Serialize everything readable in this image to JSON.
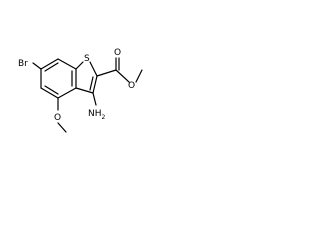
{
  "molecule": {
    "atoms": {
      "bromine": "Br",
      "sulfur": "S",
      "amino": "NH",
      "amino_subscript": "2",
      "carbonyl_oxygen": "O",
      "ester_oxygen": "O",
      "methoxy_oxygen": "O"
    }
  }
}
